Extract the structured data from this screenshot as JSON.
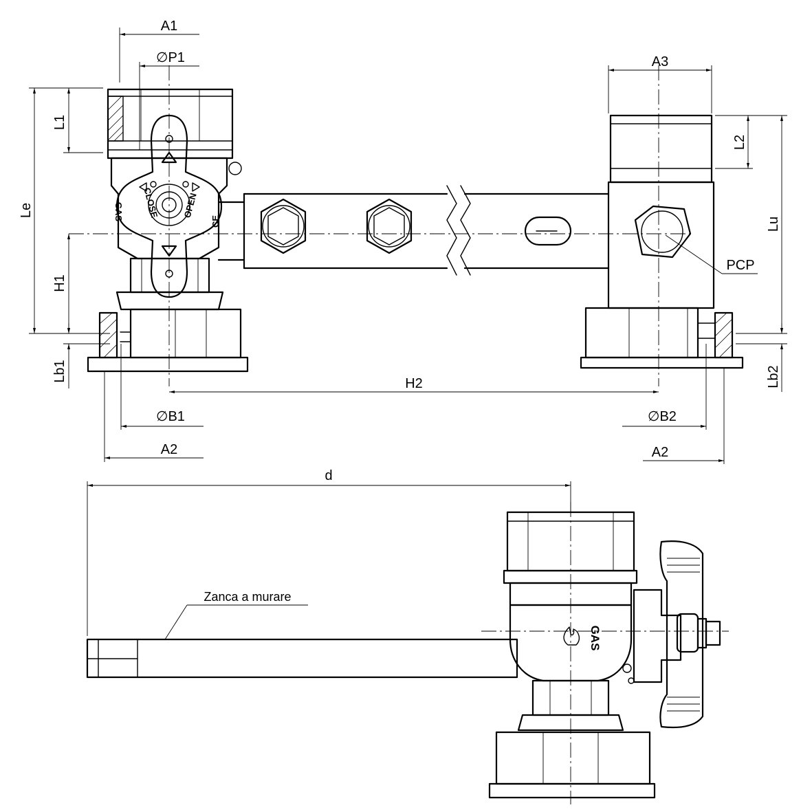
{
  "dimensions": {
    "a1": "A1",
    "p1": "∅P1",
    "l1": "L1",
    "le": "Le",
    "h1": "H1",
    "lb1": "Lb1",
    "b1": "∅B1",
    "a2_left": "A2",
    "h2": "H2",
    "a3": "A3",
    "l2": "L2",
    "lu": "Lu",
    "lb2": "Lb2",
    "b2": "∅B2",
    "a2_right": "A2",
    "d": "d"
  },
  "callouts": {
    "pcp": "PCP",
    "zanca": "Zanca a murare"
  },
  "valve_markings": {
    "close": "CLOSE",
    "open": "OPEN",
    "gas": "GAS",
    "ce": "CE"
  },
  "icons": [
    "arrow-up-icon",
    "arrow-down-icon",
    "triangle-left-icon",
    "triangle-right-icon",
    "gas-flame-icon"
  ]
}
